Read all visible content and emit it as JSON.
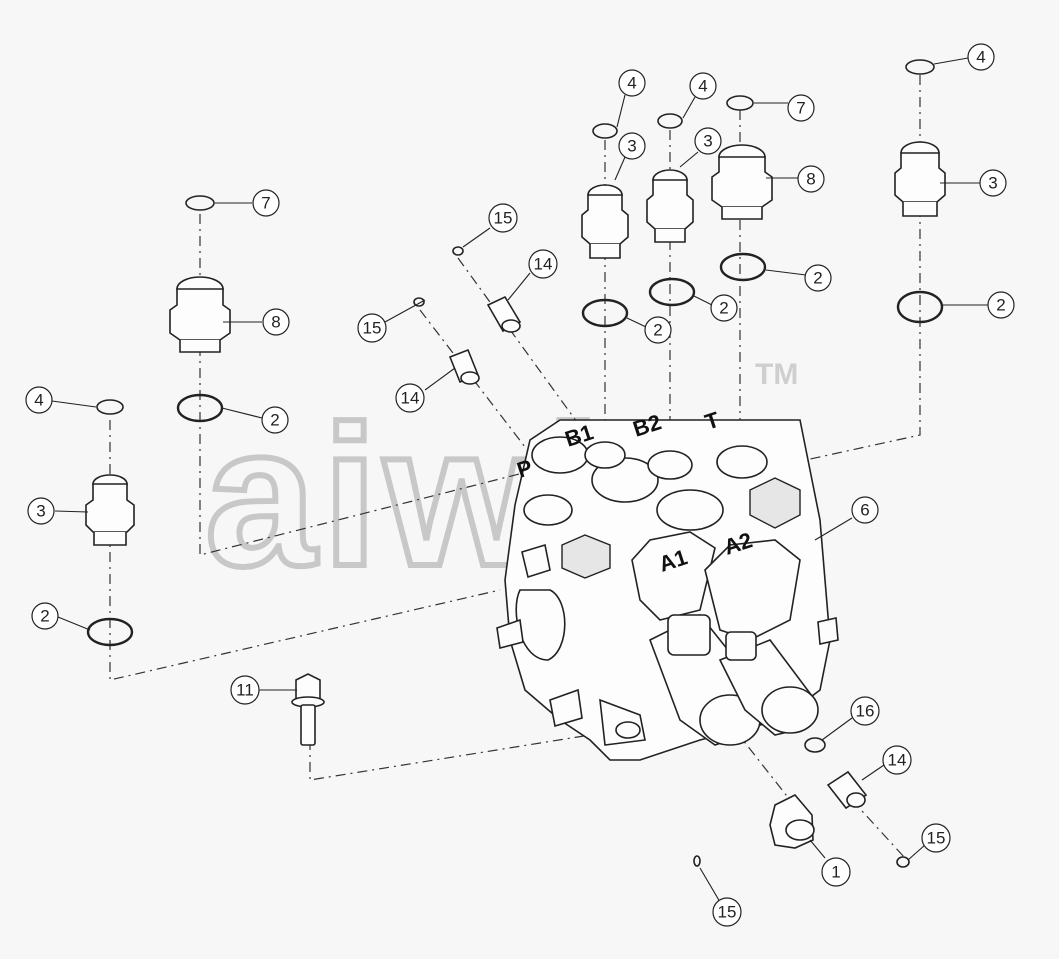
{
  "diagram": {
    "trademark": "TM",
    "port_labels": {
      "p": "P",
      "b1": "B1",
      "b2": "B2",
      "t": "T",
      "a1": "A1",
      "a2": "A2"
    },
    "callouts": {
      "c4_top1": "4",
      "c4_top2": "4",
      "c4_right": "4",
      "c4_left": "4",
      "c7_top": "7",
      "c7_left": "7",
      "c3_top1": "3",
      "c3_top2": "3",
      "c3_right": "3",
      "c3_left": "3",
      "c8_top": "8",
      "c8_left": "8",
      "c15_a": "15",
      "c15_b": "15",
      "c15_c": "15",
      "c15_d": "15",
      "c14_a": "14",
      "c14_b": "14",
      "c14_c": "14",
      "c2_a": "2",
      "c2_b": "2",
      "c2_c": "2",
      "c2_d": "2",
      "c2_e": "2",
      "c2_f": "2",
      "c6": "6",
      "c16": "16",
      "c11": "11",
      "c1": "1"
    }
  }
}
